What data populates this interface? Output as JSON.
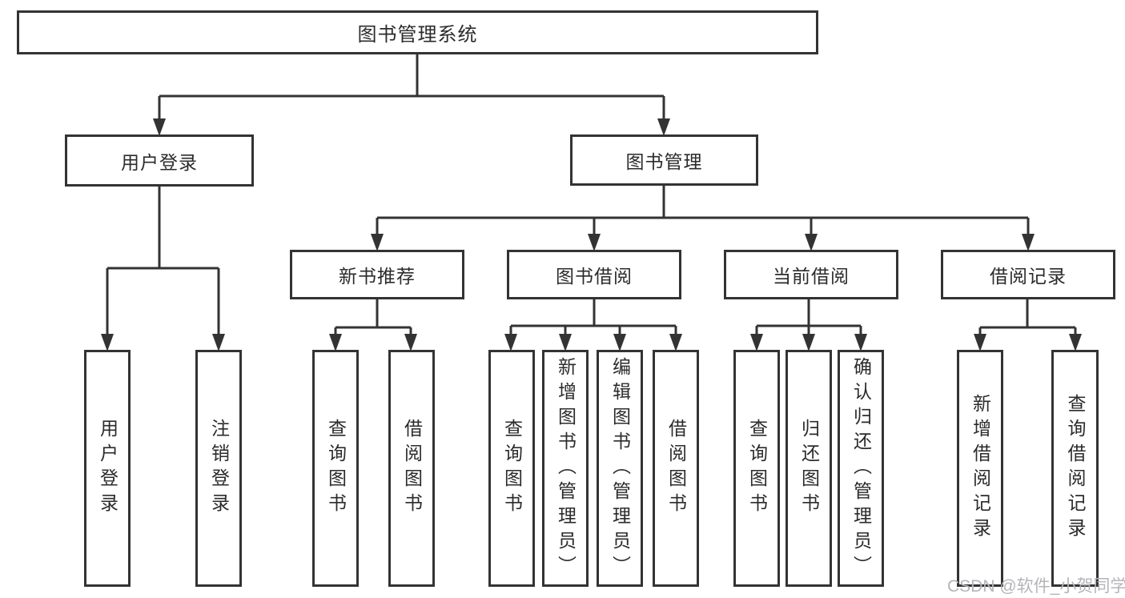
{
  "diagram": {
    "root": {
      "label": "图书管理系统"
    },
    "level2": [
      {
        "label": "用户登录"
      },
      {
        "label": "图书管理"
      }
    ],
    "level3": [
      {
        "label": "新书推荐",
        "parent": "图书管理"
      },
      {
        "label": "图书借阅",
        "parent": "图书管理"
      },
      {
        "label": "当前借阅",
        "parent": "图书管理"
      },
      {
        "label": "借阅记录",
        "parent": "图书管理"
      }
    ],
    "leaves": [
      {
        "label": "用户登录",
        "parent": "用户登录"
      },
      {
        "label": "注销登录",
        "parent": "用户登录"
      },
      {
        "label": "查询图书",
        "parent": "新书推荐"
      },
      {
        "label": "借阅图书",
        "parent": "新书推荐"
      },
      {
        "label": "查询图书",
        "parent": "图书借阅"
      },
      {
        "label": "新增图书（管理员）",
        "parent": "图书借阅"
      },
      {
        "label": "编辑图书（管理员）",
        "parent": "图书借阅"
      },
      {
        "label": "借阅图书",
        "parent": "图书借阅"
      },
      {
        "label": "查询图书",
        "parent": "当前借阅"
      },
      {
        "label": "归还图书",
        "parent": "当前借阅"
      },
      {
        "label": "确认归还（管理员）",
        "parent": "当前借阅"
      },
      {
        "label": "新增借阅记录",
        "parent": "借阅记录"
      },
      {
        "label": "查询借阅记录",
        "parent": "借阅记录"
      }
    ]
  },
  "watermark": "CSDN @软件_小贺同学",
  "colors": {
    "line": "#333333",
    "box_border": "#333333",
    "text": "#2b2b2b",
    "watermark": "#b4b5b9",
    "background": "#ffffff"
  }
}
